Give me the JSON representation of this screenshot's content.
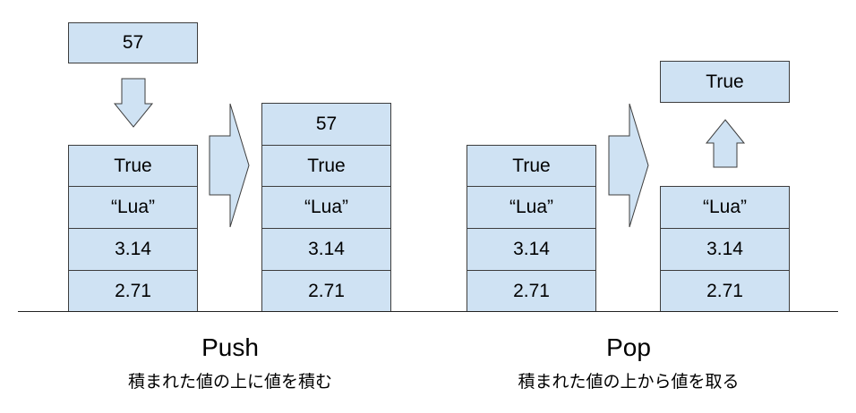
{
  "push": {
    "incoming": "57",
    "before": [
      "True",
      "“Lua”",
      "3.14",
      "2.71"
    ],
    "after": [
      "57",
      "True",
      "“Lua”",
      "3.14",
      "2.71"
    ],
    "title": "Push",
    "subtitle": "積まれた値の上に値を積む"
  },
  "pop": {
    "before": [
      "True",
      "“Lua”",
      "3.14",
      "2.71"
    ],
    "outgoing": "True",
    "after": [
      "“Lua”",
      "3.14",
      "2.71"
    ],
    "title": "Pop",
    "subtitle": "積まれた値の上から値を取る"
  }
}
